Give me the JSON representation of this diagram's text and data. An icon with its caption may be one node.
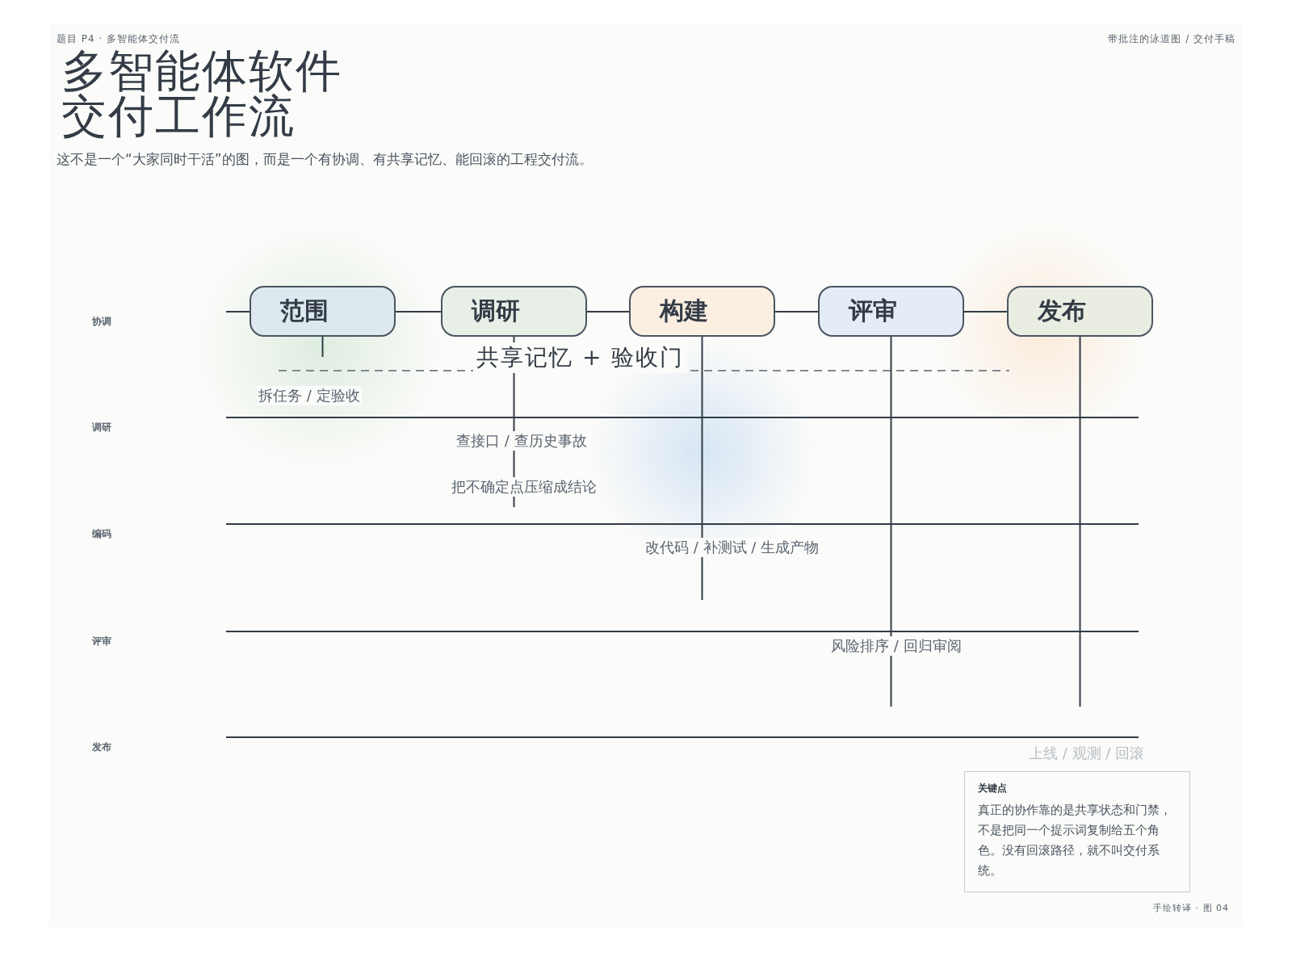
{
  "diagram": {
    "title": "多智能体软件交付工作流",
    "nodes": [
      {
        "text": [
          "范围"
        ]
      },
      {
        "text": [
          "调研"
        ]
      },
      {
        "text": [
          "构建"
        ]
      },
      {
        "text": [
          "评审"
        ]
      },
      {
        "text": [
          "发布"
        ]
      },
      {
        "text": [
          "关键点",
          "真正的协作靠的是共享状态和门禁，不是把同一个提示词复制给五个角色。没有回滚路径，就不叫交付系统。"
        ]
      }
    ],
    "edges": [
      {
        "from": 0,
        "to": null,
        "arrow": "none"
      },
      {
        "from": 1,
        "to": null,
        "arrow": "none"
      },
      {
        "from": 2,
        "to": null,
        "arrow": "none"
      },
      {
        "from": 3,
        "to": null,
        "arrow": "none"
      },
      {
        "from": 4,
        "to": null,
        "arrow": "none"
      }
    ],
    "labels": [
      "题目 P4 · 多智能体交付流",
      "带批注的泳道图 / 交付手稿",
      "这不是一个“大家同时干活”的图，而是一个有协调、有共享记忆、能回滚的工程交付流。",
      "协调",
      "共享记忆 + 验收门",
      "拆任务 / 定验收",
      "调研",
      "查接口 / 查历史事故",
      "把不确定点压缩成结论",
      "编码",
      "改代码 / 补测试 / 生成产物",
      "评审",
      "风险排序 / 回归审阅",
      "发布",
      "上线 / 观测 / 回滚",
      "手绘转译 · 图 04"
    ]
  }
}
